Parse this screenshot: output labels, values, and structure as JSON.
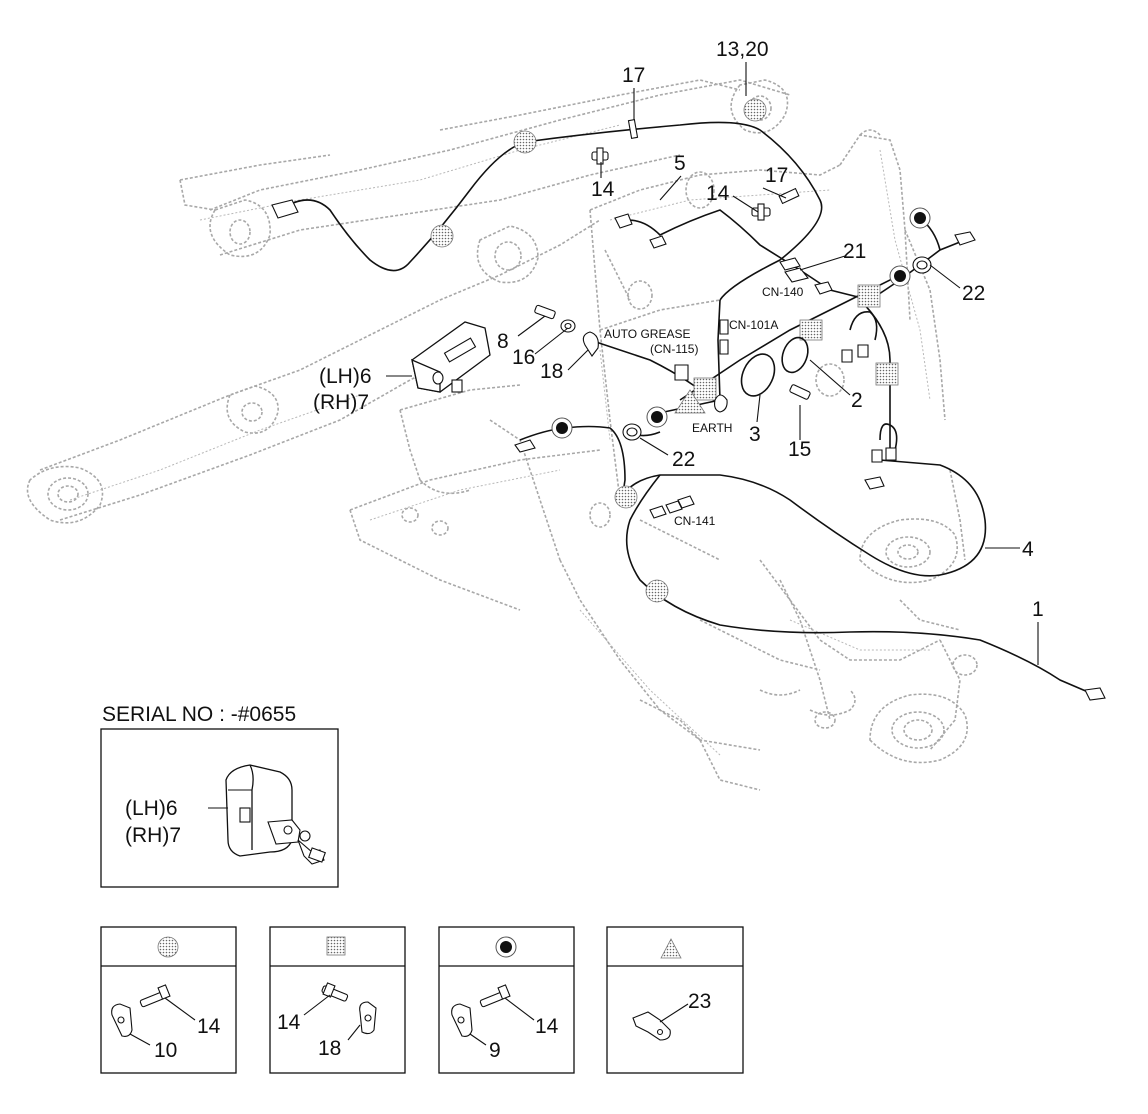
{
  "callouts": {
    "c13_20": "13,20",
    "c17a": "17",
    "c14a": "14",
    "c5": "5",
    "c14b": "14",
    "c17b": "17",
    "c21": "21",
    "c22a": "22",
    "c8": "8",
    "c16": "16",
    "c18": "18",
    "c6": "(LH)6",
    "c7": "(RH)7",
    "c2": "2",
    "c3": "3",
    "c15": "15",
    "c22b": "22",
    "c4": "4",
    "c1": "1"
  },
  "connectors": {
    "cn140": "CN-140",
    "cn101a": "CN-101A",
    "auto_grease": "AUTO GREASE",
    "cn115": "(CN-115)",
    "earth": "EARTH",
    "cn141": "CN-141"
  },
  "serial": {
    "title": "SERIAL NO : -#0655",
    "lh": "(LH)6",
    "rh": "(RH)7"
  },
  "legend": [
    {
      "symbol": "dotted-circle",
      "parts": [
        "14",
        "10"
      ]
    },
    {
      "symbol": "dotted-square",
      "parts": [
        "14",
        "18"
      ]
    },
    {
      "symbol": "black-dot-circle",
      "parts": [
        "14",
        "9"
      ]
    },
    {
      "symbol": "dotted-triangle",
      "parts": [
        "23"
      ]
    }
  ]
}
